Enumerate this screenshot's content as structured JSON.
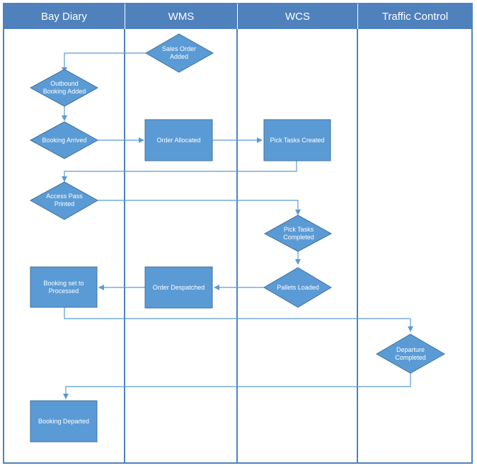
{
  "lanes": [
    {
      "name": "Bay Diary"
    },
    {
      "name": "WMS"
    },
    {
      "name": "WCS"
    },
    {
      "name": "Traffic Control"
    }
  ],
  "nodes": {
    "sales_order_added": {
      "label": "Sales Order Added",
      "shape": "decision"
    },
    "outbound_booking_added": {
      "label": "Outbound Booking Added",
      "shape": "decision"
    },
    "booking_arrived": {
      "label": "Booking Arrived",
      "shape": "decision"
    },
    "order_allocated": {
      "label": "Order Allocated",
      "shape": "process"
    },
    "pick_tasks_created": {
      "label": "Pick Tasks Created",
      "shape": "process"
    },
    "access_pass_printed": {
      "label": "Access Pass Printed",
      "shape": "decision"
    },
    "pick_tasks_completed": {
      "label": "Pick Tasks Completed",
      "shape": "decision"
    },
    "pallets_loaded": {
      "label": "Pallets Loaded",
      "shape": "decision"
    },
    "order_despatched": {
      "label": "Order Despatched",
      "shape": "process"
    },
    "booking_set_to_processed": {
      "label": "Booking set to Processed",
      "shape": "process"
    },
    "departure_completed": {
      "label": "Departure Completed",
      "shape": "decision"
    },
    "booking_departed": {
      "label": "Booking Departed",
      "shape": "process"
    }
  },
  "edges": [
    {
      "from": "sales_order_added",
      "to": "outbound_booking_added"
    },
    {
      "from": "outbound_booking_added",
      "to": "booking_arrived"
    },
    {
      "from": "booking_arrived",
      "to": "order_allocated"
    },
    {
      "from": "order_allocated",
      "to": "pick_tasks_created"
    },
    {
      "from": "pick_tasks_created",
      "to": "access_pass_printed"
    },
    {
      "from": "access_pass_printed",
      "to": "pick_tasks_completed"
    },
    {
      "from": "pick_tasks_completed",
      "to": "pallets_loaded"
    },
    {
      "from": "pallets_loaded",
      "to": "order_despatched"
    },
    {
      "from": "order_despatched",
      "to": "booking_set_to_processed"
    },
    {
      "from": "booking_set_to_processed",
      "to": "departure_completed"
    },
    {
      "from": "departure_completed",
      "to": "booking_departed"
    }
  ],
  "colors": {
    "lane_header": "#4f81bd",
    "node_fill": "#5b9bd5",
    "node_stroke": "#41719c",
    "connector": "#5b9bd5",
    "lane_border": "#4f81bd",
    "text": "#ffffff"
  }
}
